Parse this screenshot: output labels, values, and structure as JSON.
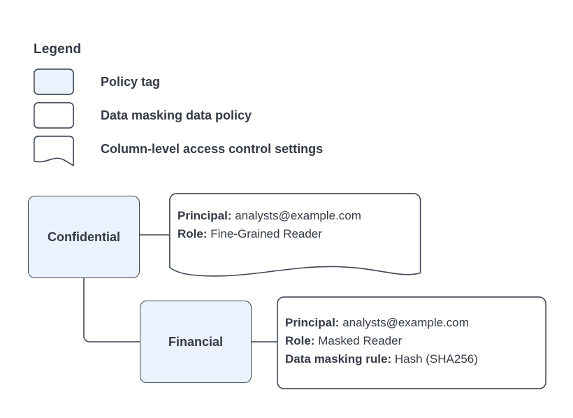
{
  "legend": {
    "title": "Legend",
    "items": [
      {
        "label": "Policy tag",
        "shape": "rounded-rect-filled",
        "fill": "#eaf2fd"
      },
      {
        "label": "Data masking data policy",
        "shape": "rounded-rect",
        "fill": "#ffffff"
      },
      {
        "label": "Column-level access control settings",
        "shape": "wave-bottom-rect",
        "fill": "#ffffff"
      }
    ]
  },
  "nodes": [
    {
      "id": "confidential",
      "label": "Confidential"
    },
    {
      "id": "financial",
      "label": "Financial"
    }
  ],
  "callouts": [
    {
      "id": "access",
      "shape": "wave-bottom-rect",
      "lines": [
        {
          "key": "Principal:",
          "value": "analysts@example.com"
        },
        {
          "key": "Role:",
          "value": "Fine-Grained Reader"
        }
      ]
    },
    {
      "id": "masking",
      "shape": "rounded-rect",
      "lines": [
        {
          "key": "Principal:",
          "value": "analysts@example.com"
        },
        {
          "key": "Role:",
          "value": "Masked Reader"
        },
        {
          "key": "Data masking rule:",
          "value": "Hash (SHA256)"
        }
      ]
    }
  ],
  "colors": {
    "node_fill": "#eaf2fd",
    "stroke": "#3d4655",
    "text": "#343a45",
    "background": "#ffffff"
  }
}
